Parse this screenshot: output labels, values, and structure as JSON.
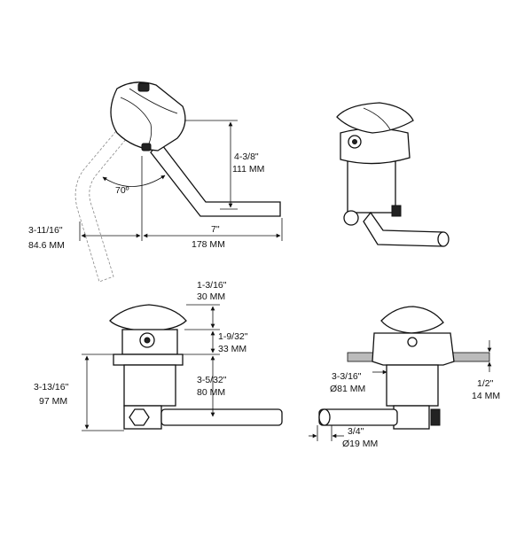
{
  "drawing": {
    "top_view": {
      "angle": "70º",
      "height": {
        "imperial": "4-3/8\"",
        "metric": "111 MM"
      },
      "length": {
        "imperial": "7\"",
        "metric": "178 MM"
      },
      "offset": {
        "imperial": "3-11/16\"",
        "metric": "84.6 MM"
      }
    },
    "front_view": {
      "cap_height": {
        "imperial": "1-3/16\"",
        "metric": "30 MM"
      },
      "body_height": {
        "imperial": "1-9/32\"",
        "metric": "33 MM"
      },
      "total_height": {
        "imperial": "3-13/16\"",
        "metric": "97 MM"
      },
      "handle_drop": {
        "imperial": "3-5/32\"",
        "metric": "80 MM"
      }
    },
    "side_view": {
      "diameter": {
        "imperial": "3-3/16\"",
        "metric": "Ø81 MM"
      },
      "flange": {
        "imperial": "1/2\"",
        "metric": "14 MM"
      },
      "tube": {
        "imperial": "3/4\"",
        "metric": "Ø19 MM"
      }
    }
  }
}
